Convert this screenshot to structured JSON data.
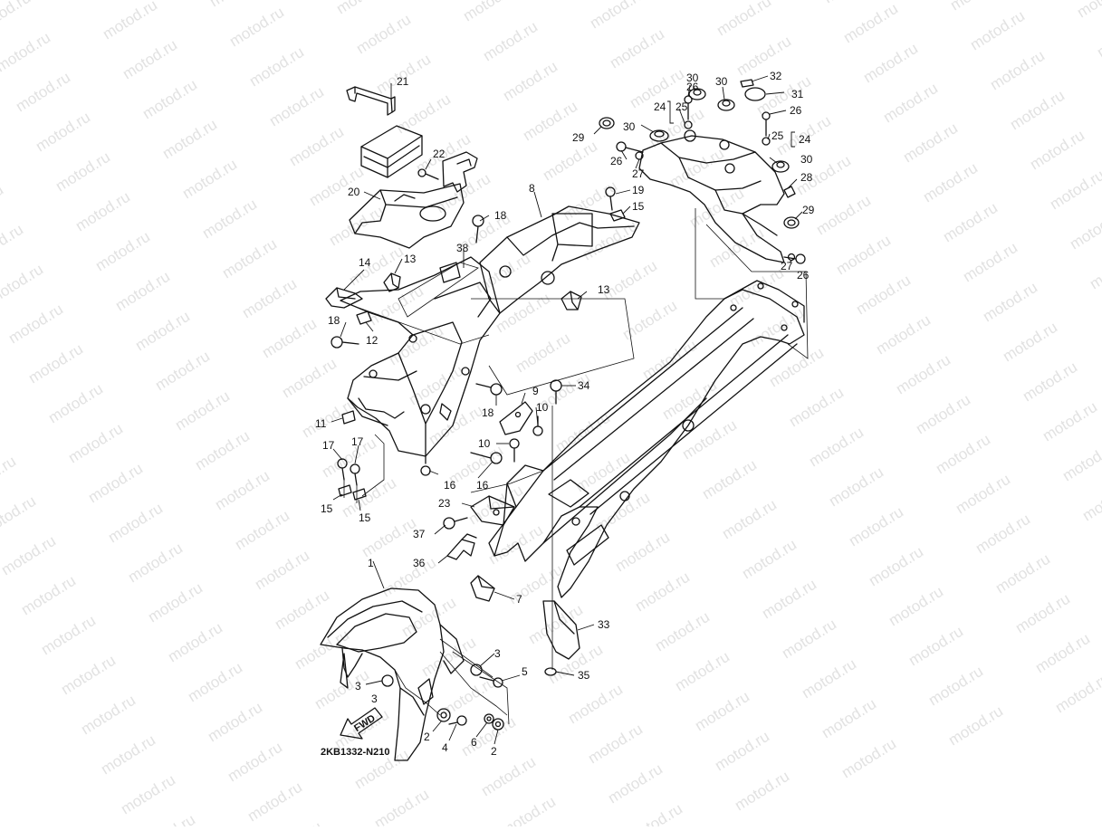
{
  "diagram": {
    "watermark_text": "motod.ru",
    "drawing_code": "2KB1332-N210",
    "fwd_arrow_label": "FWD",
    "callouts": [
      {
        "id": "c1",
        "label": "1"
      },
      {
        "id": "c2a",
        "label": "2"
      },
      {
        "id": "c2b",
        "label": "2"
      },
      {
        "id": "c3a",
        "label": "3"
      },
      {
        "id": "c3b",
        "label": "3"
      },
      {
        "id": "c3c",
        "label": "3"
      },
      {
        "id": "c4",
        "label": "4"
      },
      {
        "id": "c5",
        "label": "5"
      },
      {
        "id": "c6",
        "label": "6"
      },
      {
        "id": "c7",
        "label": "7"
      },
      {
        "id": "c8",
        "label": "8"
      },
      {
        "id": "c9",
        "label": "9"
      },
      {
        "id": "c10a",
        "label": "10"
      },
      {
        "id": "c10b",
        "label": "10"
      },
      {
        "id": "c11",
        "label": "11"
      },
      {
        "id": "c12",
        "label": "12"
      },
      {
        "id": "c13a",
        "label": "13"
      },
      {
        "id": "c13b",
        "label": "13"
      },
      {
        "id": "c14",
        "label": "14"
      },
      {
        "id": "c15a",
        "label": "15"
      },
      {
        "id": "c15b",
        "label": "15"
      },
      {
        "id": "c15c",
        "label": "15"
      },
      {
        "id": "c16a",
        "label": "16"
      },
      {
        "id": "c16b",
        "label": "16"
      },
      {
        "id": "c17a",
        "label": "17"
      },
      {
        "id": "c17b",
        "label": "17"
      },
      {
        "id": "c18a",
        "label": "18"
      },
      {
        "id": "c18b",
        "label": "18"
      },
      {
        "id": "c18c",
        "label": "18"
      },
      {
        "id": "c19",
        "label": "19"
      },
      {
        "id": "c20",
        "label": "20"
      },
      {
        "id": "c21",
        "label": "21"
      },
      {
        "id": "c22",
        "label": "22"
      },
      {
        "id": "c23",
        "label": "23"
      },
      {
        "id": "c24a",
        "label": "24"
      },
      {
        "id": "c24b",
        "label": "24"
      },
      {
        "id": "c25a",
        "label": "25"
      },
      {
        "id": "c25b",
        "label": "25"
      },
      {
        "id": "c26a",
        "label": "26"
      },
      {
        "id": "c26b",
        "label": "26"
      },
      {
        "id": "c26c",
        "label": "26"
      },
      {
        "id": "c26d",
        "label": "26"
      },
      {
        "id": "c27a",
        "label": "27"
      },
      {
        "id": "c27b",
        "label": "27"
      },
      {
        "id": "c28",
        "label": "28"
      },
      {
        "id": "c29a",
        "label": "29"
      },
      {
        "id": "c29b",
        "label": "29"
      },
      {
        "id": "c30a",
        "label": "30"
      },
      {
        "id": "c30b",
        "label": "30"
      },
      {
        "id": "c30c",
        "label": "30"
      },
      {
        "id": "c30d",
        "label": "30"
      },
      {
        "id": "c31",
        "label": "31"
      },
      {
        "id": "c32",
        "label": "32"
      },
      {
        "id": "c33",
        "label": "33"
      },
      {
        "id": "c34",
        "label": "34"
      },
      {
        "id": "c35",
        "label": "35"
      },
      {
        "id": "c36",
        "label": "36"
      },
      {
        "id": "c37",
        "label": "37"
      },
      {
        "id": "c38",
        "label": "38"
      }
    ]
  }
}
